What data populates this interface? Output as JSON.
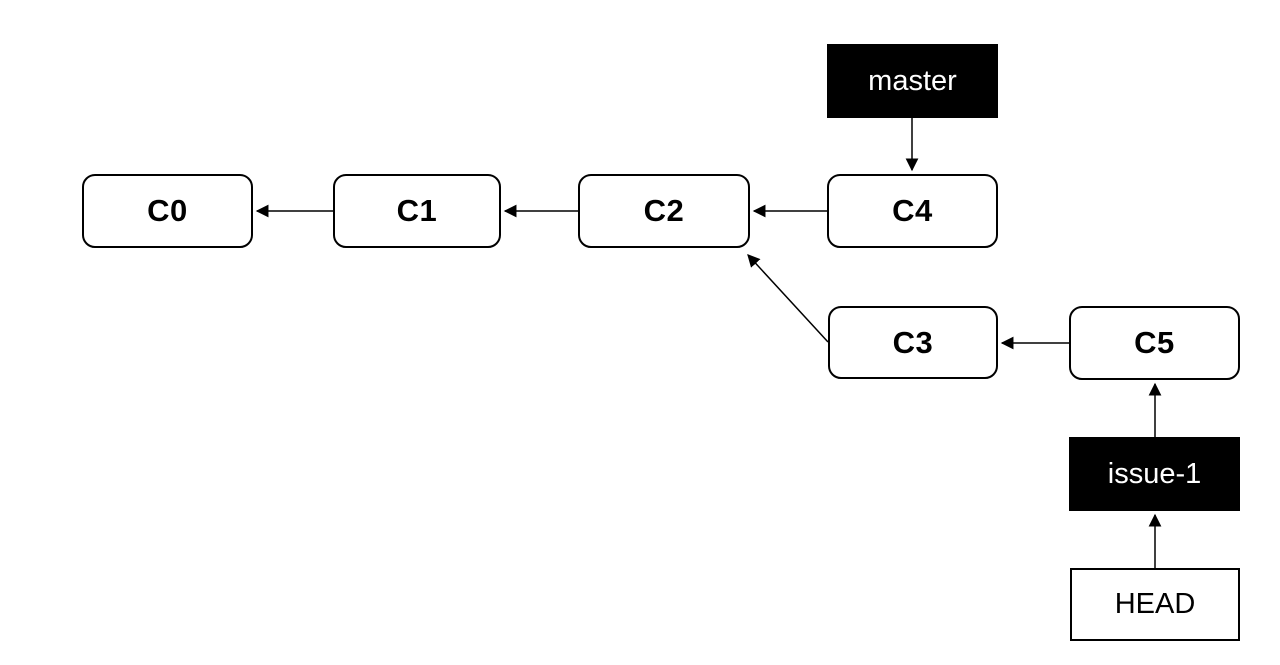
{
  "diagram": {
    "type": "git-commit-graph",
    "nodes": [
      {
        "id": "C0",
        "label": "C0",
        "kind": "commit"
      },
      {
        "id": "C1",
        "label": "C1",
        "kind": "commit"
      },
      {
        "id": "C2",
        "label": "C2",
        "kind": "commit"
      },
      {
        "id": "C3",
        "label": "C3",
        "kind": "commit"
      },
      {
        "id": "C4",
        "label": "C4",
        "kind": "commit"
      },
      {
        "id": "C5",
        "label": "C5",
        "kind": "commit"
      },
      {
        "id": "master",
        "label": "master",
        "kind": "branch-tag"
      },
      {
        "id": "issue-1",
        "label": "issue-1",
        "kind": "branch-tag"
      },
      {
        "id": "HEAD",
        "label": "HEAD",
        "kind": "head-pointer"
      }
    ],
    "edges": [
      {
        "from": "C1",
        "to": "C0"
      },
      {
        "from": "C2",
        "to": "C1"
      },
      {
        "from": "C4",
        "to": "C2"
      },
      {
        "from": "C3",
        "to": "C2"
      },
      {
        "from": "C5",
        "to": "C3"
      },
      {
        "from": "master",
        "to": "C4"
      },
      {
        "from": "issue-1",
        "to": "C5"
      },
      {
        "from": "HEAD",
        "to": "issue-1"
      }
    ],
    "colors": {
      "background": "#ffffff",
      "node-fill": "#ffffff",
      "node-border": "#000000",
      "branch-fill": "#000000",
      "branch-text": "#ffffff",
      "arrow": "#000000",
      "text": "#000000"
    }
  }
}
